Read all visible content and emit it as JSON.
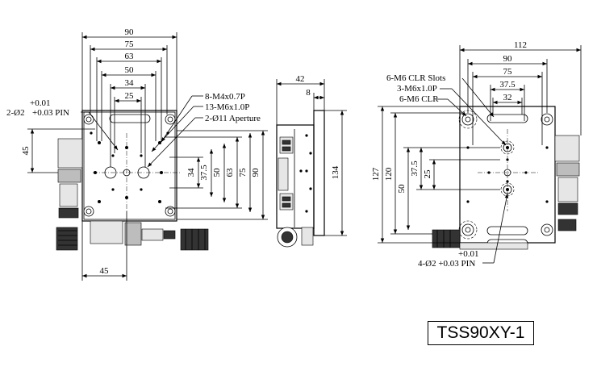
{
  "drawing": {
    "model": "TSS90XY-1",
    "top_view": {
      "dims_top": [
        "90",
        "75",
        "63",
        "50",
        "34",
        "25"
      ],
      "dims_right": [
        "34",
        "37.5",
        "50",
        "63",
        "75",
        "90"
      ],
      "dim_left": "45",
      "dim_bottom": "45",
      "notes": [
        "8-M4x0.7P",
        "13-M6x1.0P",
        "2-Ø11 Aperture"
      ],
      "pin_note": "2-Ø2",
      "pin_tol_upper": "+0.01",
      "pin_tol_lower": "+0.03 PIN"
    },
    "side_view": {
      "dims_top": [
        "42",
        "8"
      ],
      "dim_right": "134"
    },
    "bottom_view": {
      "dims_top": [
        "112",
        "90",
        "75",
        "37.5",
        "32"
      ],
      "dims_left": [
        "127",
        "120",
        "50",
        "37.5",
        "25"
      ],
      "notes": [
        "6-M6 CLR Slots",
        "3-M6x1.0P",
        "6-M6 CLR"
      ],
      "pin_tol_upper": "+0.01",
      "pin_note": "4-Ø2 +0.03 PIN"
    }
  }
}
